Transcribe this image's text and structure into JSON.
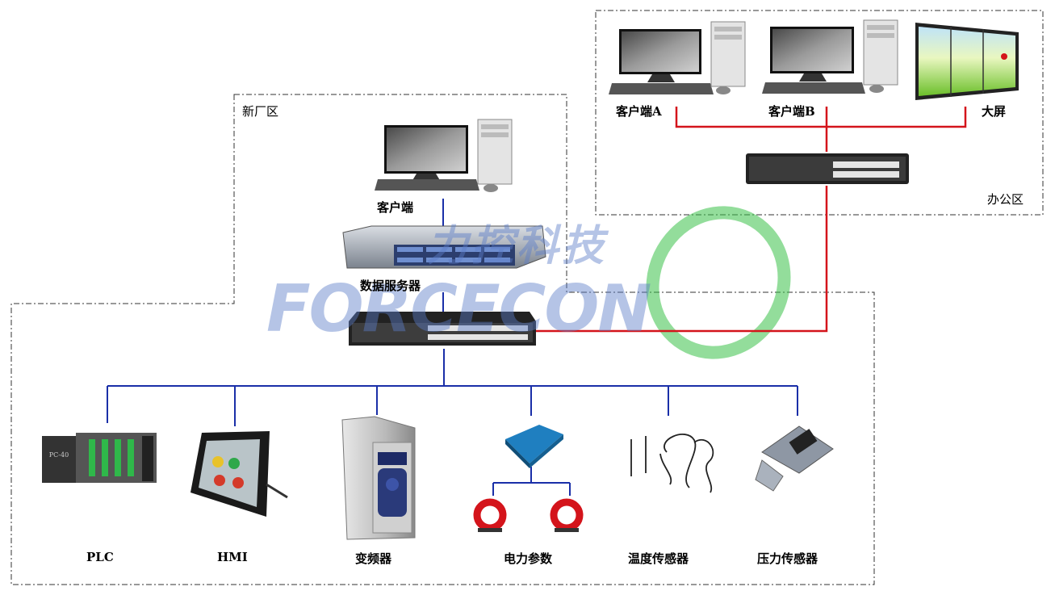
{
  "zones": {
    "new_plant": "新厂区",
    "office": "办公区"
  },
  "devices": {
    "client_a": "客户端A",
    "client_b": "客户端B",
    "big_screen": "大屏",
    "client": "客户端",
    "data_server": "数据服务器",
    "plc": "PLC",
    "hmi": "HMI",
    "vfd": "变频器",
    "power_params": "电力参数",
    "temp_sensor": "温度传感器",
    "pressure_sensor": "压力传感器"
  },
  "device_text": {
    "plc_model": "PC-40"
  },
  "watermark": {
    "cn": "力控科技",
    "en": "FORCECON"
  },
  "colors": {
    "field_bus": "#1a2fa8",
    "office_link": "#d4141b",
    "watermark_blue": "#5a7dc8",
    "watermark_green": "#3bc24a"
  }
}
